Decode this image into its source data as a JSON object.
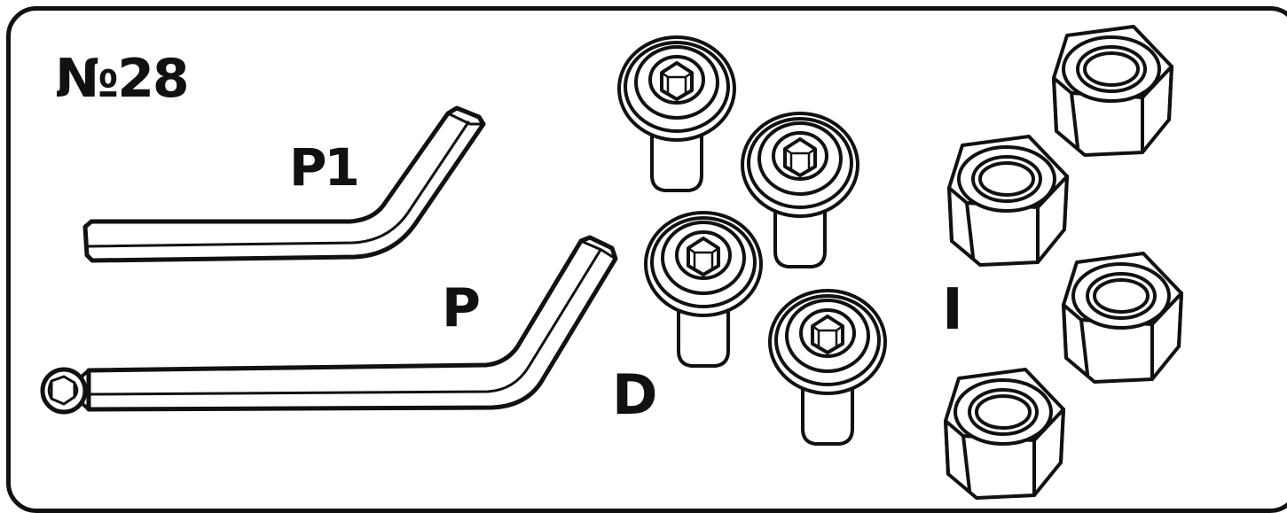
{
  "header": {
    "set_number": "№28"
  },
  "labels": {
    "p1": "P1",
    "p": "P",
    "d": "D",
    "i": "I"
  },
  "parts": {
    "hex_keys": [
      "p1",
      "p"
    ],
    "screws_count": 4,
    "nuts_count": 4
  },
  "colors": {
    "stroke": "#111111",
    "background": "#ffffff"
  }
}
